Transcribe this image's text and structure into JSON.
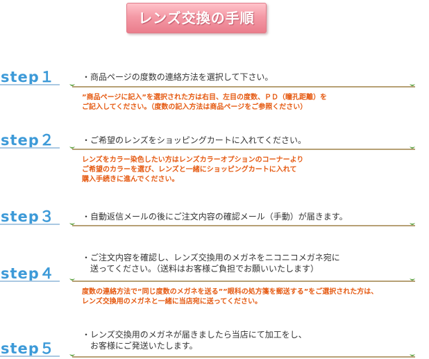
{
  "title": "レンズ交換の手順",
  "colors": {
    "step_label": "#3d9ad8",
    "note_text": "#e55a12",
    "body_text": "#333333",
    "banner": "#f49aa6",
    "divider": "#b6a074",
    "leaf": "#6aa84f"
  },
  "steps": [
    {
      "label": "step１",
      "desc": [
        "・商品ページの度数の連絡方法を選択して下さい。"
      ],
      "note": [
        "”商品ページに記入”を選択された方は右目、左目の度数、ＰＤ（瞳孔距離）を",
        "ご記入してください。（度数の記入方法は商品ページをご参照ください）"
      ]
    },
    {
      "label": "step２",
      "desc": [
        "・ご希望のレンズをショッピングカートに入れてください。"
      ],
      "note": [
        "レンズをカラー染色したい方はレンズカラーオプションのコーナーより",
        "ご希望のカラーを選び、レンズと一緒にショッピングカートに入れて",
        "購入手続きに進んでください。"
      ]
    },
    {
      "label": "step３",
      "desc": [
        "・自動返信メールの後にご注文内容の確認メール（手動）が届きます。"
      ],
      "note": []
    },
    {
      "label": "step４",
      "desc": [
        "・ご注文内容を確認し、レンズ交換用のメガネをニコニコメガネ宛に",
        "　送ってください。（送料はお客様ご負担でお願いいたします）"
      ],
      "note": [
        "度数の連絡方法で”同じ度数のメガネを送る””眼科の処方箋を郵送する”をご選択された方は、",
        "レンズ交換用のメガネと一緒に当店宛に送ってください。"
      ]
    },
    {
      "label": "step５",
      "desc": [
        "・レンズ交換用のメガネが届きましたら当店にて加工をし、",
        "　お客様にご発送いたします。"
      ],
      "note": []
    }
  ]
}
